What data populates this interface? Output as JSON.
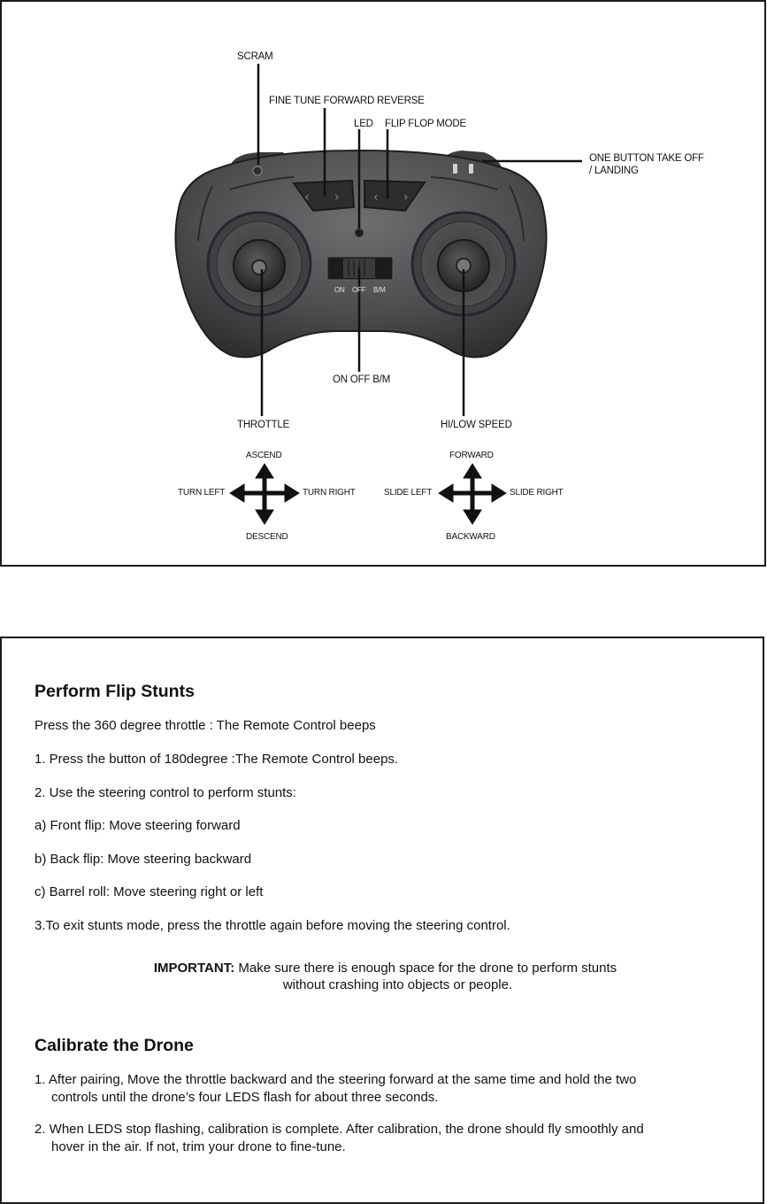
{
  "diagram": {
    "labels": {
      "scram": "SCRAM",
      "fine_tune": "FINE TUNE FORWARD REVERSE",
      "led": "LED",
      "flip_flop": "FLIP FLOP MODE",
      "one_button_line1": "ONE BUTTON TAKE OFF",
      "one_button_line2": "/ LANDING",
      "on_off_bm": "ON OFF B/M",
      "throttle": "THROTTLE",
      "hi_low_speed": "HI/LOW SPEED",
      "switch_on": "ON",
      "switch_off": "OFF",
      "switch_bm": "B/M"
    },
    "left_cross": {
      "up": "ASCEND",
      "down": "DESCEND",
      "left": "TURN LEFT",
      "right": "TURN RIGHT"
    },
    "right_cross": {
      "up": "FORWARD",
      "down": "BACKWARD",
      "left": "SLIDE LEFT",
      "right": "SLIDE RIGHT"
    }
  },
  "instructions": {
    "flip_title": "Perform Flip Stunts",
    "flip_intro": "Press the 360 degree throttle : The Remote Control beeps",
    "flip_steps": [
      "1. Press the button of 180degree :The Remote Control beeps.",
      "2. Use the steering control to perform stunts:",
      "a) Front flip: Move steering forward",
      "b) Back flip: Move steering backward",
      "c) Barrel roll: Move steering right or left",
      "3.To exit stunts mode, press the throttle again before moving the steering control."
    ],
    "important_label": "IMPORTANT:",
    "important_line1": "Make sure there is enough space for the drone to perform stunts",
    "important_line2": "without crashing into objects or people.",
    "calibrate_title": "Calibrate the Drone",
    "calibrate_steps": [
      {
        "line1": "1. After pairing, Move the throttle backward and the steering forward at the same time and hold the two",
        "line2": "controls until the drone’s four LEDS flash for about three seconds."
      },
      {
        "line1": "2. When LEDS stop flashing, calibration is complete. After calibration, the drone should fly smoothly and",
        "line2": "hover in the air. If not, trim your drone to fine-tune."
      }
    ]
  }
}
